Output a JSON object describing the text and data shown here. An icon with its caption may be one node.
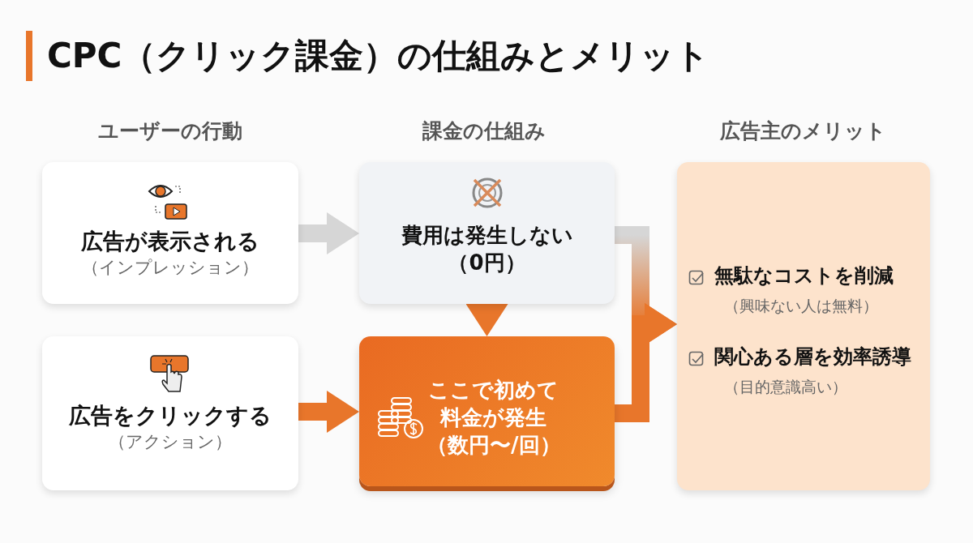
{
  "diagram": {
    "title": "CPC（クリック課金）の仕組みとメリット",
    "nodes": [
      {
        "text": [
          "広告が表示される",
          "（インプレッション）"
        ]
      },
      {
        "text": [
          "広告をクリックする",
          "（アクション）"
        ]
      },
      {
        "text": [
          "費用は発生しない（0円）"
        ]
      },
      {
        "text": [
          "ここで初めて料金が発生（数円〜/回）"
        ]
      },
      {
        "text": [
          "無駄なコストを削減",
          "（興味ない人は無料）",
          "関心ある層を効率誘導",
          "（目的意識高い）"
        ]
      }
    ],
    "edges": [
      {
        "from": 0,
        "to": 2,
        "arrow": "to",
        "color": "#d6d6d6"
      },
      {
        "from": 1,
        "to": 3,
        "arrow": "to"
      },
      {
        "from": 2,
        "to": 3,
        "arrow": "to"
      },
      {
        "from": 2,
        "to": 4,
        "arrow": "to",
        "color": "#d6d6d6"
      },
      {
        "from": 3,
        "to": 4,
        "arrow": "to"
      }
    ],
    "labels": [
      "ユーザーの行動",
      "課金の仕組み",
      "広告主のメリット"
    ]
  }
}
